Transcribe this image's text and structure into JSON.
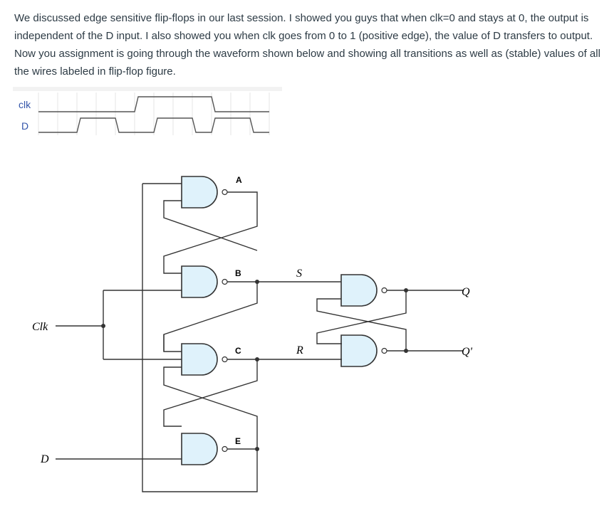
{
  "question_text": "We discussed edge sensitive flip-flops in our last session. I showed you guys that when clk=0 and stays at 0, the output is independent of the D input. I also showed you when clk goes from 0 to 1 (positive edge), the value of D transfers to output. Now you assignment is going through the waveform shown below and showing all transitions as well as (stable) values of all the wires labeled in flip-flop figure.",
  "waveform": {
    "signals": [
      {
        "label": "clk",
        "levels": [
          0,
          0,
          0,
          0,
          0,
          1,
          1,
          1,
          1,
          0,
          0,
          0
        ]
      },
      {
        "label": "D",
        "levels": [
          0,
          0,
          1,
          1,
          0,
          0,
          1,
          1,
          0,
          1,
          1,
          0
        ]
      }
    ],
    "colors": {
      "wave": "#555555",
      "grid": "#e4e4e4",
      "label": "#3355aa"
    }
  },
  "circuit": {
    "inputs": {
      "clk": "Clk",
      "d": "D"
    },
    "nodes": {
      "a": "A",
      "b": "B",
      "c": "C",
      "e": "E",
      "s": "S",
      "r": "R"
    },
    "outputs": {
      "q": "Q",
      "qbar": "Q'"
    },
    "colors": {
      "gate_fill": "#dff2fb",
      "wire": "#333333"
    }
  }
}
